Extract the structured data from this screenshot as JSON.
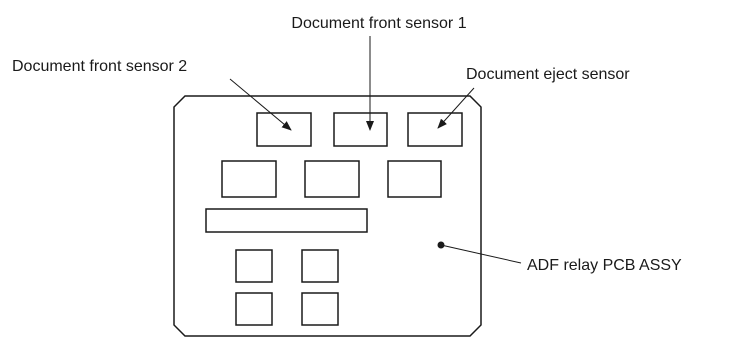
{
  "labels": {
    "sensor_front_1": "Document front sensor 1",
    "sensor_front_2": "Document front sensor 2",
    "sensor_eject": "Document eject sensor",
    "board": "ADF relay PCB ASSY"
  },
  "colors": {
    "line": "#1a1a1a",
    "background": "#ffffff"
  }
}
